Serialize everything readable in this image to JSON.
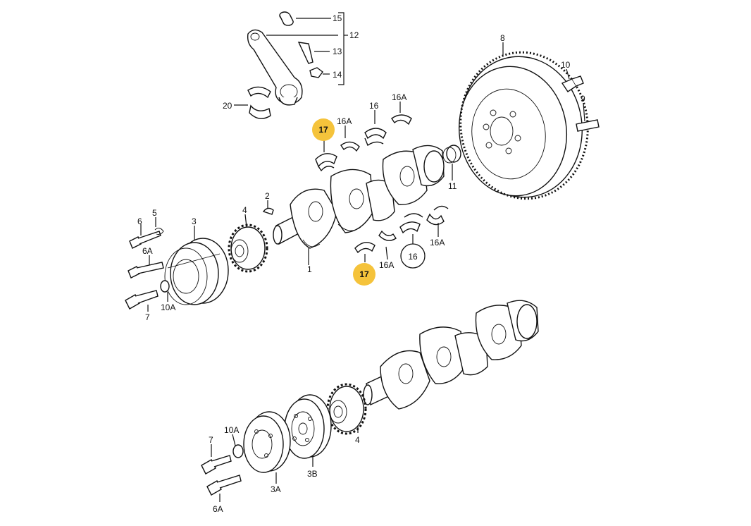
{
  "labels": {
    "l1": "1",
    "l2": "2",
    "l3": "3",
    "l3a": "3A",
    "l3b": "3B",
    "l4a": "4",
    "l4b": "4",
    "l5": "5",
    "l6": "6",
    "l6a_top": "6A",
    "l6a_bot": "6A",
    "l7_top": "7",
    "l7_bot": "7",
    "l8": "8",
    "l9": "9",
    "l10": "10",
    "l10a_top": "10A",
    "l10a_bot": "10A",
    "l11": "11",
    "l12": "12",
    "l13": "13",
    "l14": "14",
    "l15": "15",
    "l16_top": "16",
    "l16a_1": "16A",
    "l16a_2": "16A",
    "l16a_3": "16A",
    "l16a_4": "16A",
    "l20": "20"
  },
  "hotspots": {
    "h17_top": "17",
    "h17_bot": "17",
    "h16_circle": "16"
  },
  "colors": {
    "hotspot_fill": "#f5c33b",
    "line": "#111111",
    "background": "#ffffff"
  }
}
